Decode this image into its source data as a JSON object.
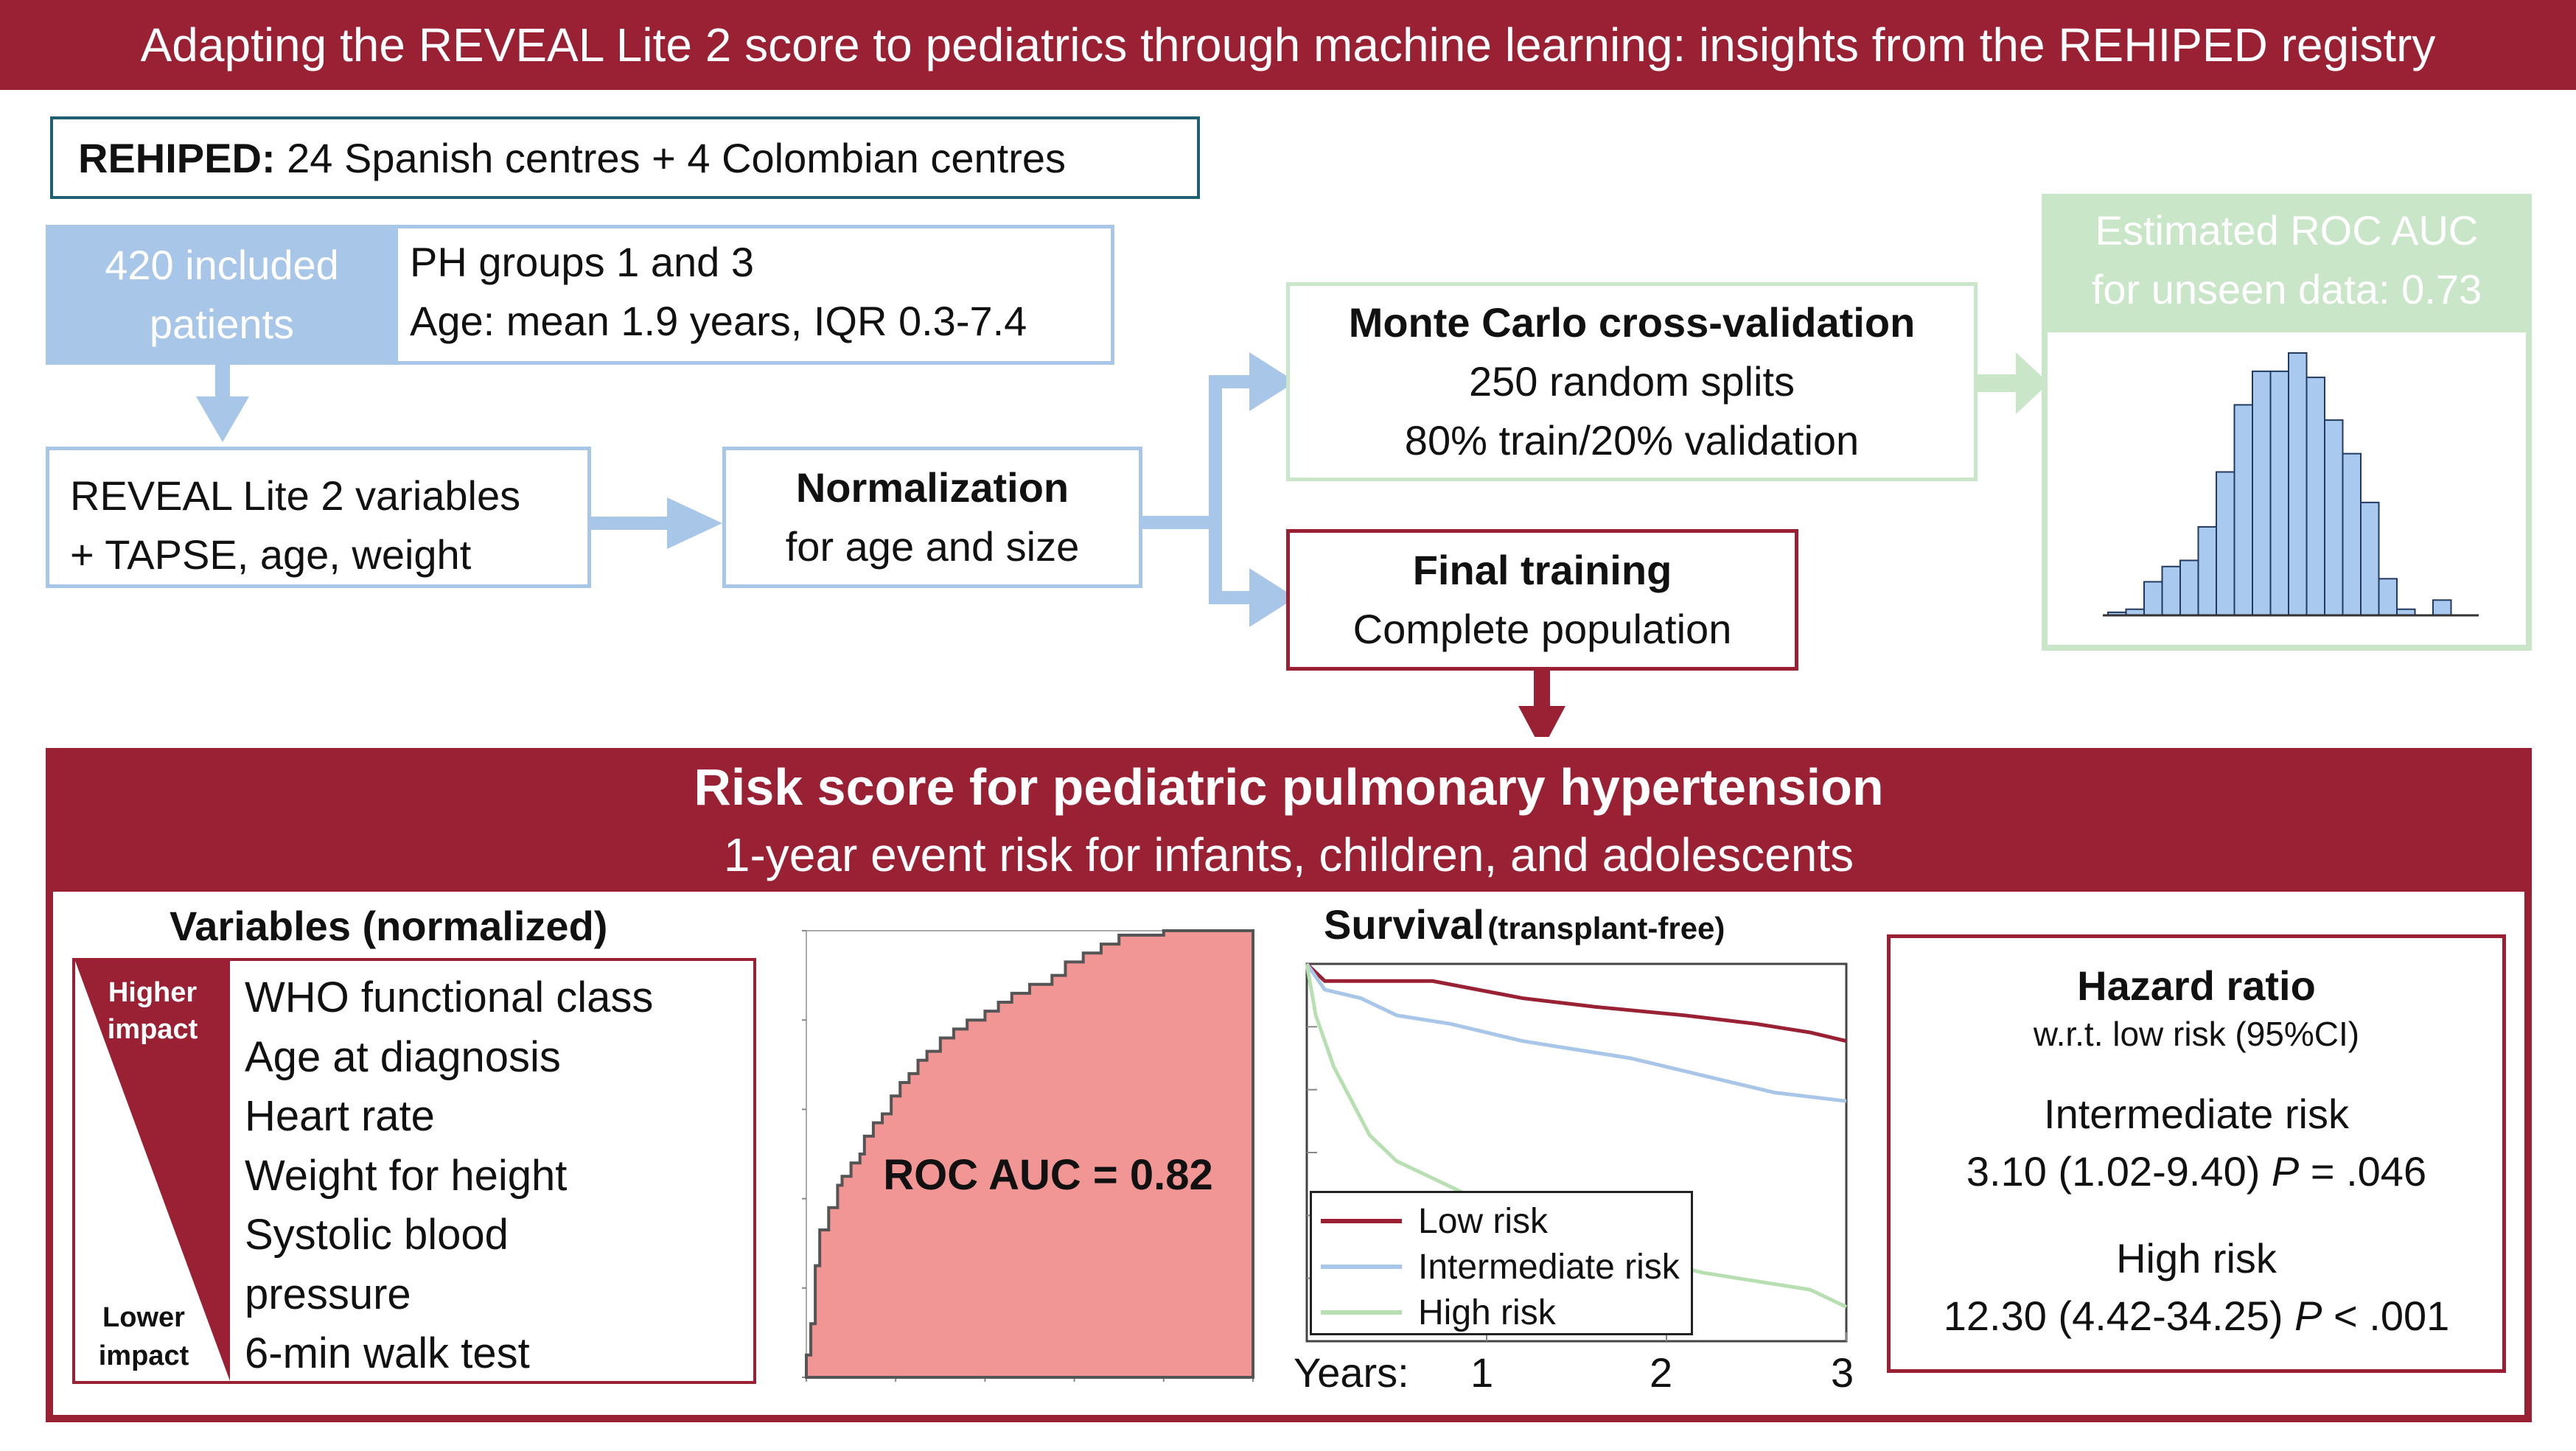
{
  "title": "Adapting the REVEAL Lite 2 score to pediatrics through machine learning: insights from the REHIPED registry",
  "registry": {
    "label": "REHIPED:",
    "text": "24 Spanish centres + 4 Colombian centres"
  },
  "patients": {
    "count_line1": "420 included",
    "count_line2": "patients",
    "detail_line1": "PH groups 1 and 3",
    "detail_line2": "Age: mean 1.9 years, IQR 0.3-7.4"
  },
  "variables_box": {
    "line1": "REVEAL Lite 2 variables",
    "line2": "+ TAPSE, age, weight"
  },
  "normalization": {
    "title": "Normalization",
    "subtitle": "for age and size"
  },
  "monte_carlo": {
    "title": "Monte Carlo cross-validation",
    "line1": "250 random splits",
    "line2": "80% train/20% validation"
  },
  "final_training": {
    "title": "Final training",
    "subtitle": "Complete population"
  },
  "estimated_auc": {
    "line1": "Estimated ROC AUC",
    "line2": "for unseen data: 0.73",
    "histogram_counts": [
      1,
      2,
      11,
      16,
      18,
      29,
      47,
      69,
      80,
      80,
      86,
      78,
      64,
      53,
      37,
      12,
      2,
      0,
      5
    ]
  },
  "risk_score": {
    "title": "Risk score for pediatric  pulmonary hypertension",
    "subtitle": "1-year event risk for infants, children, and adolescents"
  },
  "variables_panel": {
    "heading": "Variables (normalized)",
    "higher_line1": "Higher",
    "higher_line2": "impact",
    "lower_line1": "Lower",
    "lower_line2": "impact",
    "items": [
      "WHO functional class",
      "Age at diagnosis",
      "Heart rate",
      "Weight for height",
      "Systolic blood",
      "pressure",
      "6-min walk test"
    ]
  },
  "roc": {
    "label": "ROC AUC = 0.82",
    "fill_color": "#f29595",
    "curve": [
      [
        0,
        0
      ],
      [
        0.01,
        0.05
      ],
      [
        0.02,
        0.12
      ],
      [
        0.03,
        0.25
      ],
      [
        0.05,
        0.33
      ],
      [
        0.07,
        0.38
      ],
      [
        0.08,
        0.43
      ],
      [
        0.1,
        0.45
      ],
      [
        0.12,
        0.48
      ],
      [
        0.13,
        0.5
      ],
      [
        0.15,
        0.54
      ],
      [
        0.17,
        0.57
      ],
      [
        0.19,
        0.59
      ],
      [
        0.21,
        0.63
      ],
      [
        0.23,
        0.66
      ],
      [
        0.25,
        0.68
      ],
      [
        0.27,
        0.71
      ],
      [
        0.3,
        0.73
      ],
      [
        0.33,
        0.76
      ],
      [
        0.36,
        0.78
      ],
      [
        0.4,
        0.8
      ],
      [
        0.43,
        0.82
      ],
      [
        0.46,
        0.84
      ],
      [
        0.5,
        0.86
      ],
      [
        0.55,
        0.88
      ],
      [
        0.58,
        0.9
      ],
      [
        0.62,
        0.93
      ],
      [
        0.66,
        0.95
      ],
      [
        0.7,
        0.97
      ],
      [
        0.8,
        0.99
      ],
      [
        1,
        1
      ],
      [
        1,
        0
      ]
    ]
  },
  "survival": {
    "heading": "Survival",
    "heading_sub": "(transplant-free)",
    "x_label": "Years:",
    "x_ticks": [
      "1",
      "2",
      "3"
    ],
    "series": [
      {
        "name": "Low risk",
        "color": "#9a2034",
        "points": [
          [
            0,
            1.0
          ],
          [
            0.1,
            0.99
          ],
          [
            0.3,
            0.99
          ],
          [
            0.7,
            0.99
          ],
          [
            1.2,
            0.98
          ],
          [
            1.6,
            0.975
          ],
          [
            2.1,
            0.97
          ],
          [
            2.5,
            0.965
          ],
          [
            2.8,
            0.96
          ],
          [
            3.0,
            0.955
          ]
        ]
      },
      {
        "name": "Intermediate risk",
        "color": "#a8c6e8",
        "points": [
          [
            0,
            1.0
          ],
          [
            0.1,
            0.985
          ],
          [
            0.3,
            0.98
          ],
          [
            0.5,
            0.97
          ],
          [
            0.8,
            0.965
          ],
          [
            1.2,
            0.955
          ],
          [
            1.5,
            0.95
          ],
          [
            1.8,
            0.945
          ],
          [
            2.2,
            0.935
          ],
          [
            2.6,
            0.925
          ],
          [
            3.0,
            0.92
          ]
        ]
      },
      {
        "name": "High risk",
        "color": "#b8dfb2",
        "points": [
          [
            0,
            1.0
          ],
          [
            0.05,
            0.97
          ],
          [
            0.15,
            0.94
          ],
          [
            0.25,
            0.92
          ],
          [
            0.35,
            0.9
          ],
          [
            0.5,
            0.885
          ],
          [
            0.7,
            0.875
          ],
          [
            0.9,
            0.865
          ],
          [
            1.2,
            0.855
          ],
          [
            1.4,
            0.845
          ],
          [
            1.6,
            0.84
          ],
          [
            1.8,
            0.83
          ],
          [
            2.0,
            0.825
          ],
          [
            2.2,
            0.82
          ],
          [
            2.5,
            0.815
          ],
          [
            2.8,
            0.81
          ],
          [
            3.0,
            0.8
          ]
        ]
      }
    ]
  },
  "hazard": {
    "title": "Hazard ratio",
    "subtitle": "w.r.t. low risk (95%CI)",
    "intermediate_label": "Intermediate risk",
    "intermediate_value": "3.10 (1.02-9.40)",
    "intermediate_p_prefix": "P",
    "intermediate_p_value": "= .046",
    "high_label": "High risk",
    "high_value": "12.30 (4.42-34.25)",
    "high_p_prefix": "P",
    "high_p_value": "< .001"
  },
  "colors": {
    "maroon": "#9a2034",
    "blue": "#a8c6e8",
    "green": "#c9e6c8",
    "hist_bar": "#a9c9ee"
  }
}
